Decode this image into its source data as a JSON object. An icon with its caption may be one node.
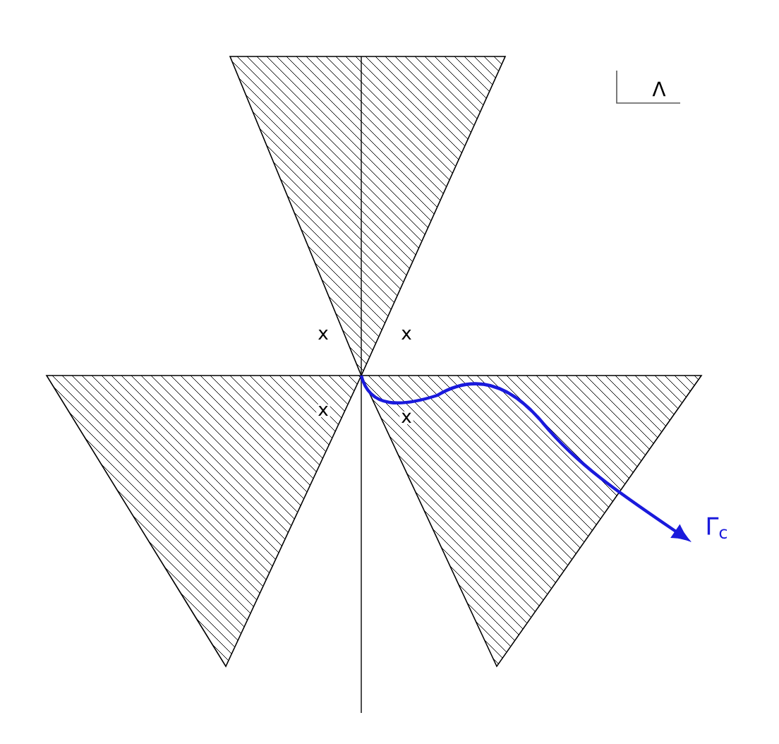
{
  "diagram": {
    "labels": [
      "Λ",
      "x",
      "x",
      "x",
      "x",
      "Γ$_{c}$"
    ]
  }
}
